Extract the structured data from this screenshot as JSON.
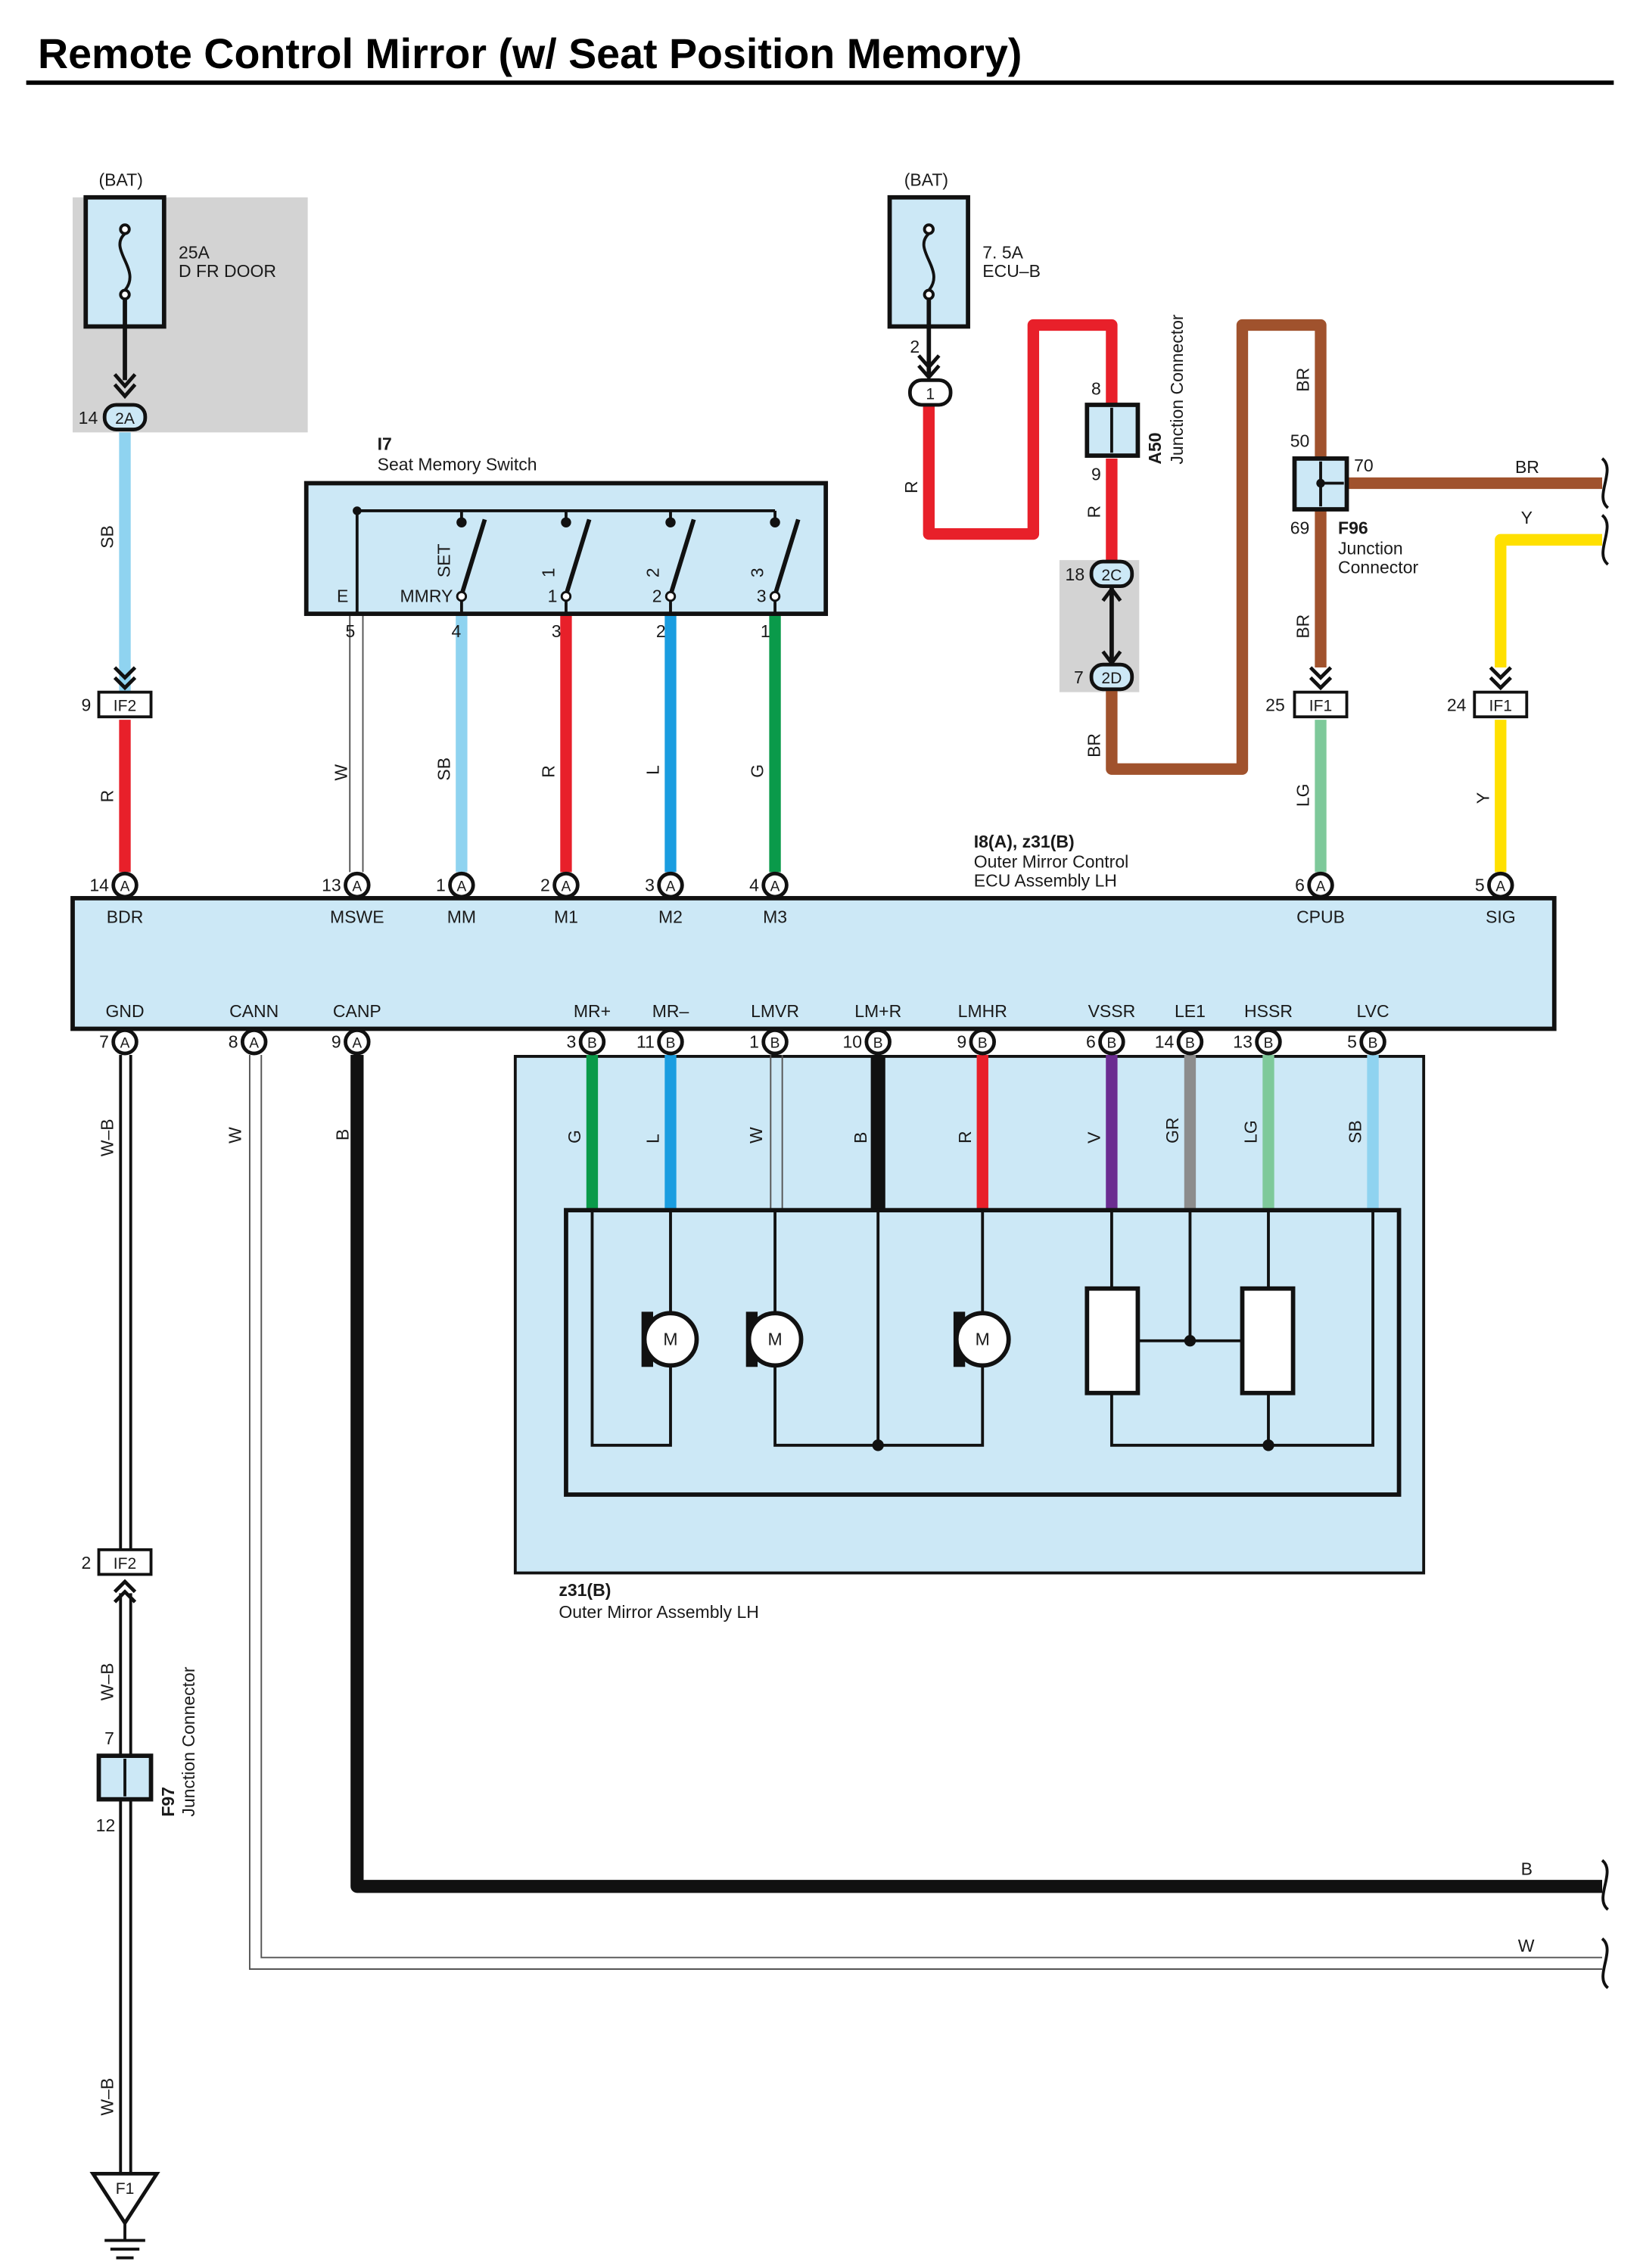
{
  "title": "Remote Control Mirror (w/ Seat Position Memory)",
  "colors": {
    "box_fill": "#cce8f6",
    "gray_fill": "#d3d3d3",
    "red": "#e8202a",
    "brown": "#a0522d",
    "sky_blue": "#8fd3f0",
    "blue": "#1a9de0",
    "green": "#0a9a4a",
    "light_green": "#7ec99a",
    "yellow": "#ffe000",
    "violet": "#6b2c91",
    "gray": "#8c8c8c",
    "black": "#111111"
  },
  "power": {
    "bat1": {
      "label": "(BAT)",
      "fuse": "25A",
      "fuse_name": "D FR DOOR",
      "conn_pin": "14",
      "conn": "2A"
    },
    "bat2": {
      "label": "(BAT)",
      "fuse": "7. 5A",
      "fuse_name": "ECU–B",
      "pin": "2",
      "conn": "1"
    }
  },
  "a50": {
    "id": "A50",
    "name": "Junction Connector",
    "pin_top": "8",
    "pin_bottom": "9"
  },
  "f96": {
    "id": "F96",
    "name1": "Junction",
    "name2": "Connector",
    "pin_top": "50",
    "pin_right": "70",
    "pin_bottom": "69"
  },
  "f97": {
    "id": "F97",
    "name": "Junction Connector",
    "pin_top": "7",
    "pin_bottom": "12"
  },
  "gray_conn": {
    "top_pin": "18",
    "top": "2C",
    "bottom_pin": "7",
    "bottom": "2D"
  },
  "if_connectors": {
    "left_top": {
      "pin": "9",
      "id": "IF2"
    },
    "cpub": {
      "pin": "25",
      "id": "IF1"
    },
    "sig": {
      "pin": "24",
      "id": "IF1"
    },
    "left_bottom": {
      "pin": "2",
      "id": "IF2"
    }
  },
  "switch": {
    "id": "I7",
    "name": "Seat Memory Switch",
    "top_labels": [
      "SET",
      "1",
      "2",
      "3"
    ],
    "e_label": "E",
    "bottom_labels": [
      "MMRY",
      "1",
      "2",
      "3"
    ],
    "pins": [
      "5",
      "4",
      "3",
      "2",
      "1"
    ]
  },
  "ecu": {
    "id": "I8(A), z31(B)",
    "name1": "Outer Mirror Control",
    "name2": "ECU Assembly LH",
    "top_terminals": [
      {
        "pin": "14",
        "conn": "A",
        "name": "BDR"
      },
      {
        "pin": "13",
        "conn": "A",
        "name": "MSWE"
      },
      {
        "pin": "1",
        "conn": "A",
        "name": "MM"
      },
      {
        "pin": "2",
        "conn": "A",
        "name": "M1"
      },
      {
        "pin": "3",
        "conn": "A",
        "name": "M2"
      },
      {
        "pin": "4",
        "conn": "A",
        "name": "M3"
      },
      {
        "pin": "6",
        "conn": "A",
        "name": "CPUB"
      },
      {
        "pin": "5",
        "conn": "A",
        "name": "SIG"
      }
    ],
    "bottom_terminals": [
      {
        "pin": "7",
        "conn": "A",
        "name": "GND"
      },
      {
        "pin": "8",
        "conn": "A",
        "name": "CANN"
      },
      {
        "pin": "9",
        "conn": "A",
        "name": "CANP"
      },
      {
        "pin": "3",
        "conn": "B",
        "name": "MR+"
      },
      {
        "pin": "11",
        "conn": "B",
        "name": "MR–"
      },
      {
        "pin": "1",
        "conn": "B",
        "name": "LMVR"
      },
      {
        "pin": "10",
        "conn": "B",
        "name": "LM+R"
      },
      {
        "pin": "9",
        "conn": "B",
        "name": "LMHR"
      },
      {
        "pin": "6",
        "conn": "B",
        "name": "VSSR"
      },
      {
        "pin": "14",
        "conn": "B",
        "name": "LE1"
      },
      {
        "pin": "13",
        "conn": "B",
        "name": "HSSR"
      },
      {
        "pin": "5",
        "conn": "B",
        "name": "LVC"
      }
    ]
  },
  "mirror": {
    "id": "z31(B)",
    "name": "Outer Mirror Assembly LH",
    "motor": "M"
  },
  "ground": {
    "id": "F1"
  },
  "wires": {
    "sb_left": "SB",
    "r_left": "R",
    "w_mswe": "W",
    "sb_mm": "SB",
    "r_m1": "R",
    "l_m2": "L",
    "g_m3": "G",
    "r_fuse2": "R",
    "r_a50": "R",
    "br_2d": "BR",
    "br_up": "BR",
    "br_right": "BR",
    "y_right": "Y",
    "br_down": "BR",
    "lg_cpub": "LG",
    "y_sig": "Y",
    "wb_1": "W–B",
    "w_cann": "W",
    "b_canp": "B",
    "mirror": [
      "G",
      "L",
      "W",
      "B",
      "R",
      "V",
      "GR",
      "LG",
      "SB"
    ],
    "wb_2": "W–B",
    "wb_3": "W–B",
    "b_right": "B",
    "w_right": "W"
  }
}
